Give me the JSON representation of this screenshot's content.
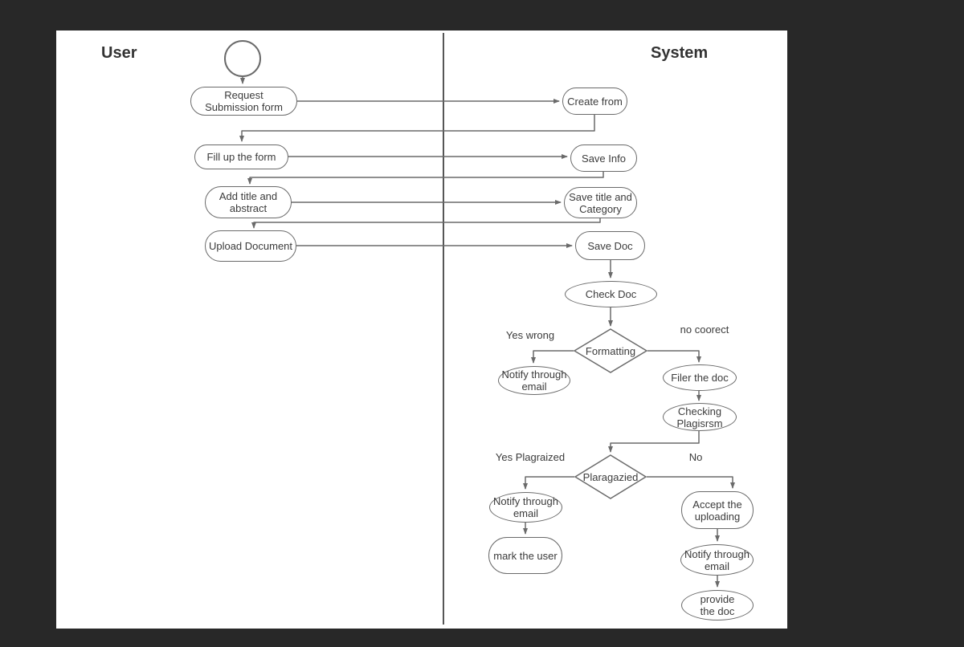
{
  "colors": {
    "page_background": "#282828",
    "canvas_background": "#ffffff",
    "stroke": "#6a6a6a",
    "text": "#3b3b3b"
  },
  "lanes": {
    "user": "User",
    "system": "System"
  },
  "nodes": {
    "request_submission_form": "Request\nSubmission form",
    "fill_up_the_form": "Fill up the form",
    "add_title_and_abstract": "Add title and\nabstract",
    "upload_document": "Upload Document",
    "create_from": "Create from",
    "save_info": "Save Info",
    "save_title_and_category": "Save title and\nCategory",
    "save_doc": "Save Doc",
    "check_doc": "Check Doc",
    "formatting_decision": "Formatting",
    "notify_through_email_1": "Notify through\nemail",
    "filer_the_doc": "Filer the doc",
    "checking_plagisrsm": "Checking\nPlagisrsm",
    "plaragazied_decision": "Plaragazied",
    "notify_through_email_2": "Notify through\nemail",
    "mark_the_user": "mark the user",
    "accept_the_uploading": "Accept the\nuploading",
    "notify_through_email_3": "Notify through\nemail",
    "provide_the_doc": "provide\nthe doc"
  },
  "edge_labels": {
    "formatting_yes": "Yes wrong",
    "formatting_no": "no coorect",
    "plagiarized_yes": "Yes Plagraized",
    "plagiarized_no": "No"
  }
}
